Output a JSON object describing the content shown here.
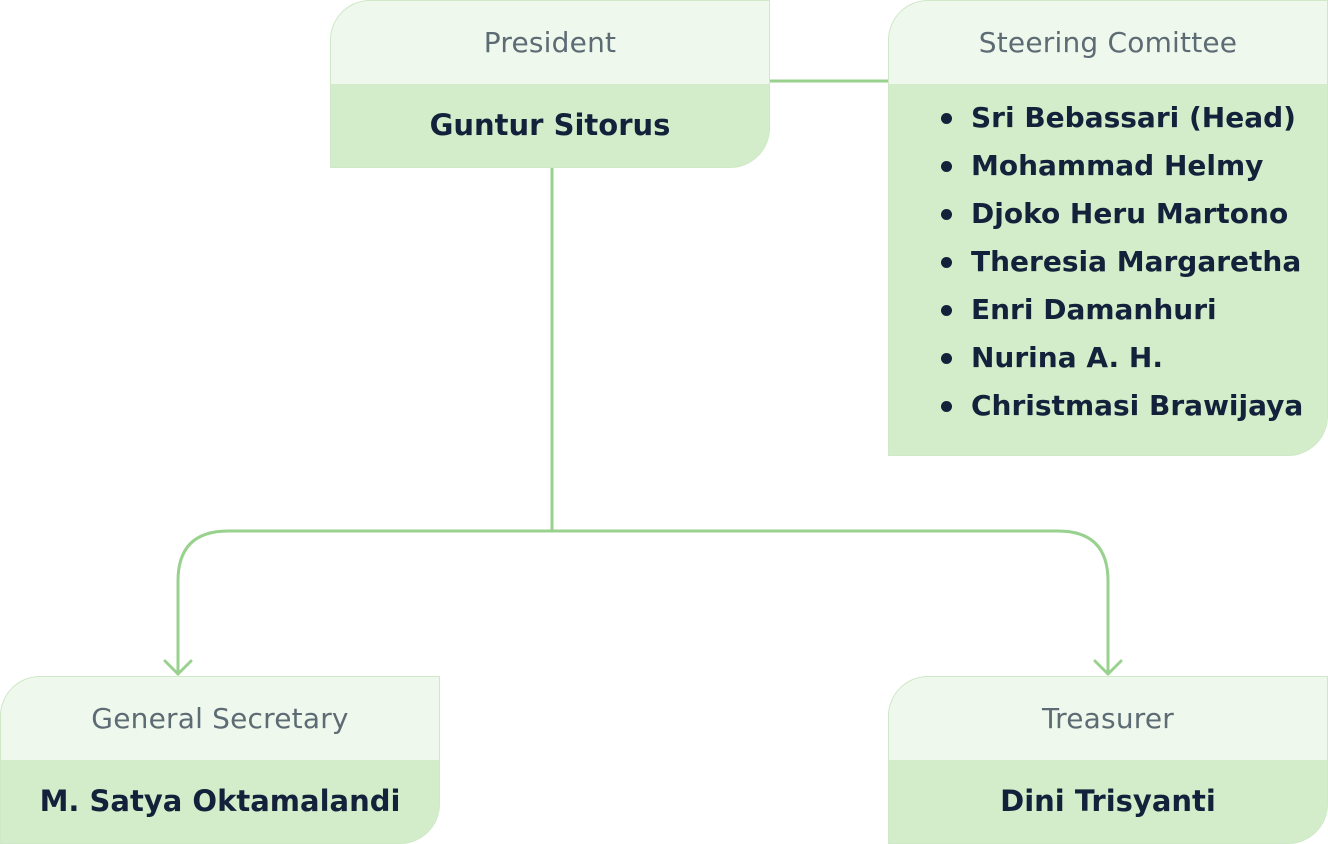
{
  "president": {
    "title": "President",
    "name": "Guntur Sitorus"
  },
  "steering": {
    "title": "Steering Comittee",
    "members": [
      "Sri Bebassari (Head)",
      "Mohammad Helmy",
      "Djoko Heru Martono",
      "Theresia Margaretha",
      "Enri Damanhuri",
      "Nurina A. H.",
      "Christmasi Brawijaya"
    ]
  },
  "secretary": {
    "title": "General Secretary",
    "name": "M. Satya Oktamalandi"
  },
  "treasurer": {
    "title": "Treasurer",
    "name": "Dini Trisyanti"
  },
  "colors": {
    "connector": "#99d18e",
    "header_bg": "#eff8ec",
    "body_bg": "#d3ecc9",
    "title_text": "#5d6b74",
    "name_text": "#14213a"
  }
}
